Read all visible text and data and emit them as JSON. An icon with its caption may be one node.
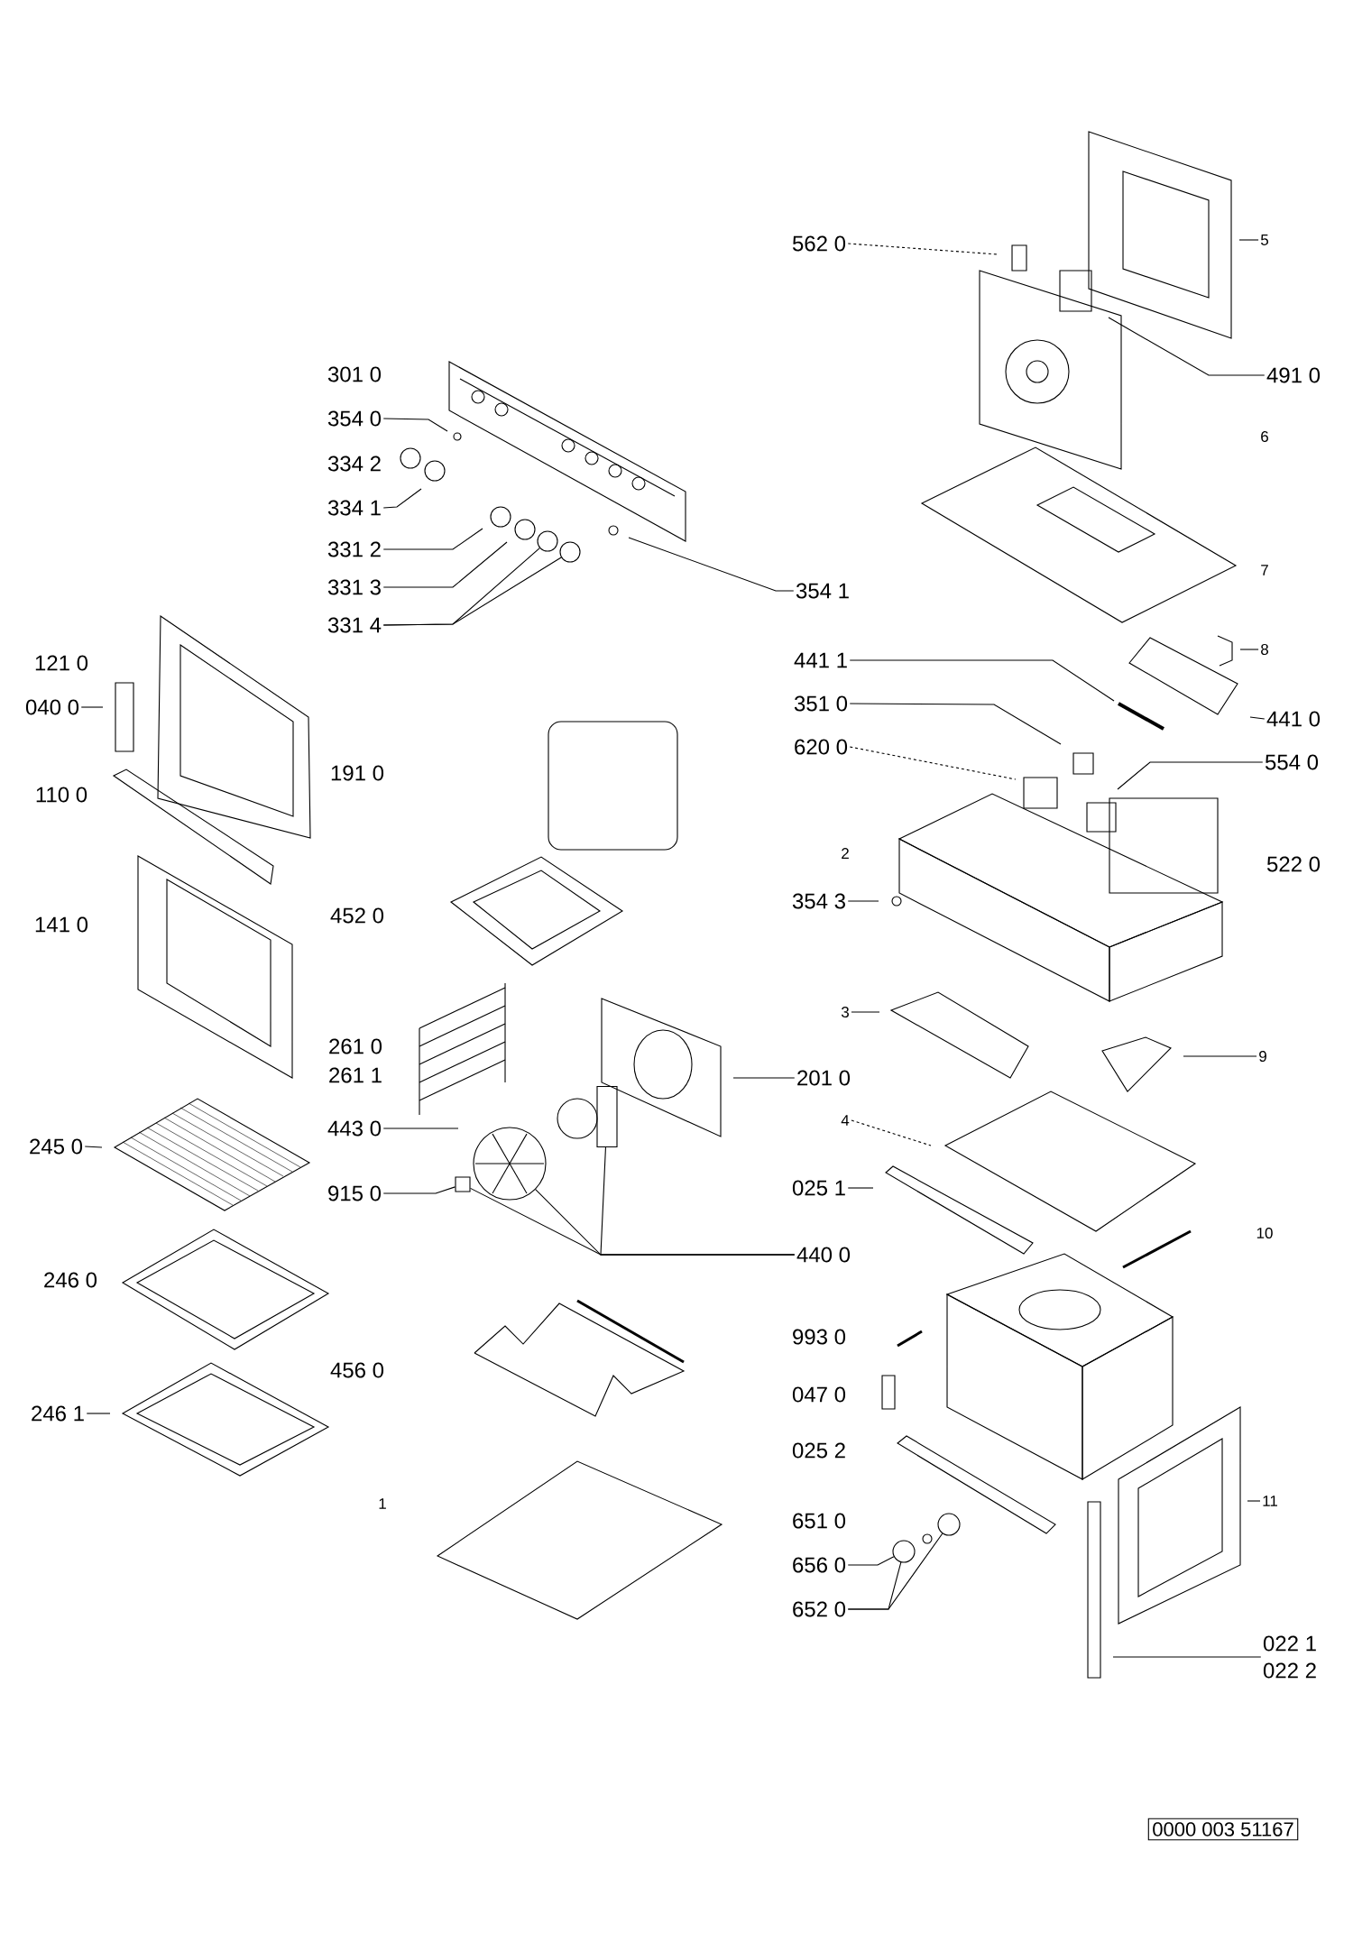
{
  "diagram": {
    "nodes": [
      {
        "text": [
          "354 0"
        ]
      },
      {
        "text": [
          "334 1"
        ]
      },
      {
        "text": [
          "331 2"
        ]
      },
      {
        "text": [
          "331 3"
        ]
      },
      {
        "text": [
          "331 4"
        ]
      },
      {
        "text": [
          "354 1"
        ]
      },
      {
        "text": [
          "562 0"
        ]
      },
      {
        "text": [
          "5"
        ]
      },
      {
        "text": [
          "491 0"
        ]
      },
      {
        "text": [
          "8"
        ]
      },
      {
        "text": [
          "441 1"
        ]
      },
      {
        "text": [
          "441 0"
        ]
      },
      {
        "text": [
          "351 0"
        ]
      },
      {
        "text": [
          "620 0"
        ]
      },
      {
        "text": [
          "554 0"
        ]
      },
      {
        "text": [
          "354 3"
        ]
      },
      {
        "text": [
          "3"
        ]
      },
      {
        "text": [
          "9"
        ]
      },
      {
        "text": [
          "201 0"
        ]
      },
      {
        "text": [
          "4"
        ]
      },
      {
        "text": [
          "025 1"
        ]
      },
      {
        "text": [
          "440 0"
        ]
      },
      {
        "text": [
          "443 0"
        ]
      },
      {
        "text": [
          "915 0"
        ]
      },
      {
        "text": [
          "656 0"
        ]
      },
      {
        "text": [
          "652 0"
        ]
      },
      {
        "text": [
          "11"
        ]
      },
      {
        "text": [
          "022 1",
          "022 2"
        ]
      },
      {
        "text": [
          "040 0"
        ]
      },
      {
        "text": [
          "245 0"
        ]
      },
      {
        "text": [
          "246 1"
        ]
      },
      {
        "text": [
          "0000 003 51167"
        ]
      },
      {
        "text": [],
        "shape": "circle"
      },
      {
        "text": [],
        "shape": "circle"
      },
      {
        "text": [],
        "shape": "box"
      },
      {
        "text": [],
        "shape": "circle"
      },
      {
        "text": [],
        "shape": "box"
      },
      {
        "text": [],
        "shape": "circle"
      },
      {
        "text": [],
        "shape": "circle"
      }
    ],
    "edges": [
      {
        "from": 0,
        "to": null,
        "arrow": "none"
      },
      {
        "from": 1,
        "to": null,
        "arrow": "none"
      },
      {
        "from": 2,
        "to": null,
        "arrow": "none"
      },
      {
        "from": 3,
        "to": null,
        "arrow": "none"
      },
      {
        "from": 4,
        "to": 32,
        "arrow": "none"
      },
      {
        "from": 4,
        "to": 33,
        "arrow": "none"
      },
      {
        "from": 5,
        "to": null,
        "arrow": "none"
      },
      {
        "from": 6,
        "to": null,
        "arrow": "none",
        "style": "dashed"
      },
      {
        "from": 7,
        "to": null,
        "arrow": "none"
      },
      {
        "from": 8,
        "to": null,
        "arrow": "none"
      },
      {
        "from": 9,
        "to": null,
        "arrow": "none"
      },
      {
        "from": 10,
        "to": null,
        "arrow": "none"
      },
      {
        "from": 11,
        "to": null,
        "arrow": "none"
      },
      {
        "from": 12,
        "to": null,
        "arrow": "none"
      },
      {
        "from": 13,
        "to": null,
        "arrow": "none",
        "style": "dashed"
      },
      {
        "from": 14,
        "to": null,
        "arrow": "none"
      },
      {
        "from": 15,
        "to": null,
        "arrow": "none"
      },
      {
        "from": 16,
        "to": null,
        "arrow": "none"
      },
      {
        "from": 17,
        "to": null,
        "arrow": "none"
      },
      {
        "from": 18,
        "to": null,
        "arrow": "none"
      },
      {
        "from": 19,
        "to": null,
        "arrow": "none",
        "style": "dashed"
      },
      {
        "from": 20,
        "to": null,
        "arrow": "none"
      },
      {
        "from": 21,
        "to": 34,
        "arrow": "none"
      },
      {
        "from": 21,
        "to": 35,
        "arrow": "none"
      },
      {
        "from": 21,
        "to": 36,
        "arrow": "none"
      },
      {
        "from": 22,
        "to": null,
        "arrow": "none"
      },
      {
        "from": 23,
        "to": 36,
        "arrow": "none"
      },
      {
        "from": 24,
        "to": 37,
        "arrow": "none"
      },
      {
        "from": 25,
        "to": 37,
        "arrow": "none"
      },
      {
        "from": 25,
        "to": 38,
        "arrow": "none"
      },
      {
        "from": 26,
        "to": null,
        "arrow": "none"
      },
      {
        "from": 27,
        "to": null,
        "arrow": "none"
      },
      {
        "from": 28,
        "to": null,
        "arrow": "none"
      },
      {
        "from": 29,
        "to": null,
        "arrow": "none"
      },
      {
        "from": 30,
        "to": null,
        "arrow": "none"
      }
    ],
    "labels": [
      "301 0",
      "334 2",
      "6",
      "7",
      "121 0",
      "191 0",
      "110 0",
      "2",
      "522 0",
      "141 0",
      "452 0",
      "261 0",
      "261 1",
      "10",
      "246 0",
      "993 0",
      "456 0",
      "047 0",
      "025 2",
      "1",
      "651 0"
    ]
  }
}
